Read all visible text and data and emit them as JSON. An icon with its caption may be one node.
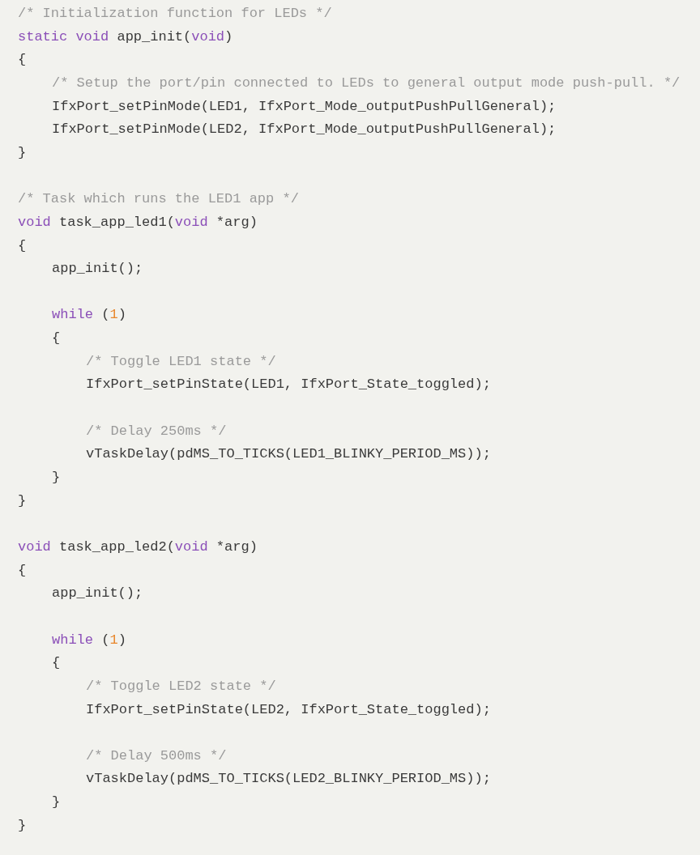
{
  "diagram": {
    "labels": [
      "/* Initialization function for LEDs */",
      "static void app_init(void)",
      "{",
      "/* Setup the port/pin connected to LEDs to general output mode push-pull. */",
      "IfxPort_setPinMode(LED1, IfxPort_Mode_outputPushPullGeneral);",
      "IfxPort_setPinMode(LED2, IfxPort_Mode_outputPushPullGeneral);",
      "}",
      "/* Task which runs the LED1 app */",
      "void task_app_led1(void *arg)",
      "{",
      "app_init();",
      "while (1)",
      "{",
      "/* Toggle LED1 state */",
      "IfxPort_setPinState(LED1, IfxPort_State_toggled);",
      "/* Delay 250ms */",
      "vTaskDelay(pdMS_TO_TICKS(LED1_BLINKY_PERIOD_MS));",
      "}",
      "}",
      "void task_app_led2(void *arg)",
      "{",
      "app_init();",
      "while (1)",
      "{",
      "/* Toggle LED2 state */",
      "IfxPort_setPinState(LED2, IfxPort_State_toggled);",
      "/* Delay 500ms */",
      "vTaskDelay(pdMS_TO_TICKS(LED2_BLINKY_PERIOD_MS));",
      "}",
      "}"
    ]
  }
}
